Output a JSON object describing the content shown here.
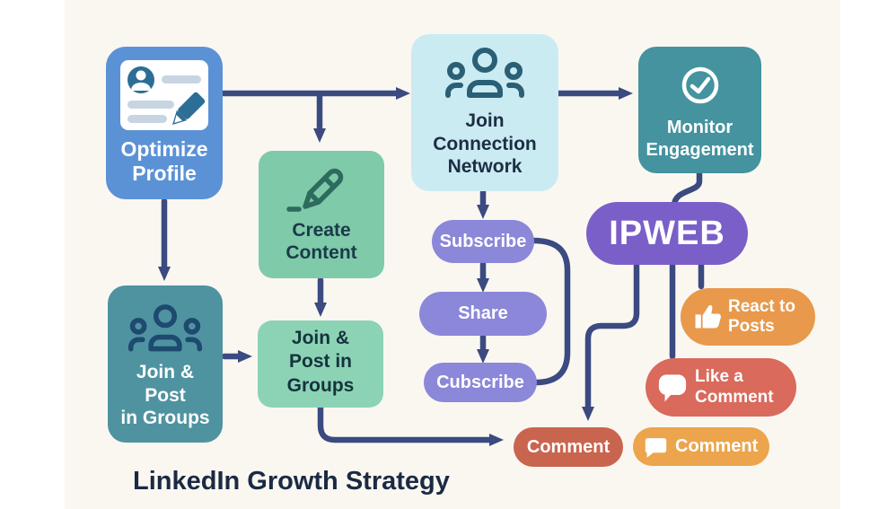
{
  "title": "LinkedIn Growth Strategy",
  "nodes": {
    "optimize_profile": {
      "line1": "Optimize",
      "line2": "Profile"
    },
    "create_content": {
      "line1": "Create",
      "line2": "Content"
    },
    "join_connection": {
      "line1": "Join",
      "line2": "Connection",
      "line3": "Network"
    },
    "monitor_engagement": {
      "line1": "Monitor",
      "line2": "Engagement"
    },
    "join_post_teal": {
      "line1": "Join &",
      "line2": "Post",
      "line3": "in Groups"
    },
    "join_post_green": {
      "line1": "Join &",
      "line2": "Post in",
      "line3": "Groups"
    },
    "subscribe": {
      "label": "Subscribe"
    },
    "share": {
      "label": "Share"
    },
    "cubscribe": {
      "label": "Cubscribe"
    },
    "ipweb": {
      "label": "IPWEB"
    },
    "react_posts": {
      "line1": "React to",
      "line2": "Posts"
    },
    "like_comment": {
      "line1": "Like a",
      "line2": "Comment"
    },
    "comment_red": {
      "label": "Comment"
    },
    "comment_orange": {
      "label": "Comment"
    }
  },
  "icons": {
    "optimize_profile": "profile-card-icon",
    "create_content": "pencil-icon",
    "join_connection": "people-icon",
    "monitor_engagement": "check-circle-icon",
    "join_post_teal": "people-icon",
    "react_posts": "thumbs-up-icon",
    "like_comment": "speech-bubble-icon",
    "comment_orange": "chat-bubble-icon"
  },
  "colors": {
    "background": "#FAF7F1",
    "connector": "#3B4A80",
    "optimize_profile": "#5B92D6",
    "create_content": "#7FCAA9",
    "join_connection": "#CBEBF2",
    "monitor_engagement": "#44939F",
    "join_post_teal": "#4F93A1",
    "join_post_green": "#8BD3B4",
    "purple_pill": "#8B87D9",
    "ipweb": "#7A5FC8",
    "react_posts": "#E8994C",
    "like_comment": "#D96A5C",
    "comment_red": "#C9654F",
    "comment_orange": "#ECA54D",
    "title_text": "#1B2A44"
  }
}
